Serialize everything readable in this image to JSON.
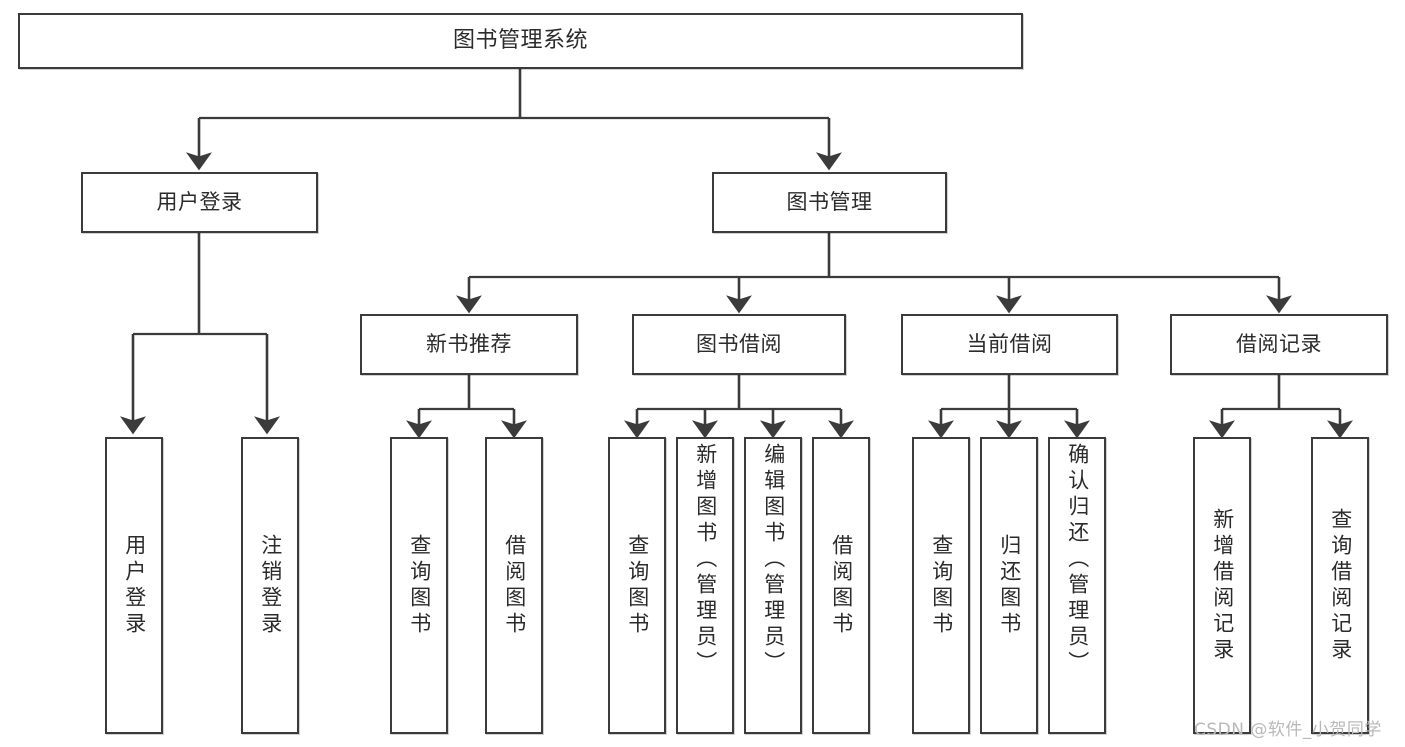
{
  "diagram": {
    "title": "图书管理系统",
    "type": "tree-hierarchy-diagram",
    "orientation": "top-down",
    "colors": {
      "stroke": "#3b3b3b",
      "fill": "#ffffff",
      "text": "#2b2b2b",
      "watermark": "#b9b9b9"
    }
  },
  "root": {
    "label": "图书管理系统"
  },
  "level2": [
    {
      "label": "用户登录"
    },
    {
      "label": "图书管理"
    }
  ],
  "level3": [
    {
      "label": "新书推荐"
    },
    {
      "label": "图书借阅"
    },
    {
      "label": "当前借阅"
    },
    {
      "label": "借阅记录"
    }
  ],
  "leaves": {
    "user_login": [
      {
        "label": "用户登录"
      },
      {
        "label": "注销登录"
      }
    ],
    "new_book_recommend": [
      {
        "label": "查询图书"
      },
      {
        "label": "借阅图书"
      }
    ],
    "book_borrow": [
      {
        "label": "查询图书"
      },
      {
        "label": "新增图书（管理员）"
      },
      {
        "label": "编辑图书（管理员）"
      },
      {
        "label": "借阅图书"
      }
    ],
    "current_borrow": [
      {
        "label": "查询图书"
      },
      {
        "label": "归还图书"
      },
      {
        "label": "确认归还（管理员）"
      }
    ],
    "borrow_record": [
      {
        "label": "新增借阅记录"
      },
      {
        "label": "查询借阅记录"
      }
    ]
  },
  "watermark": {
    "text": "CSDN @软件_小贺同学"
  }
}
